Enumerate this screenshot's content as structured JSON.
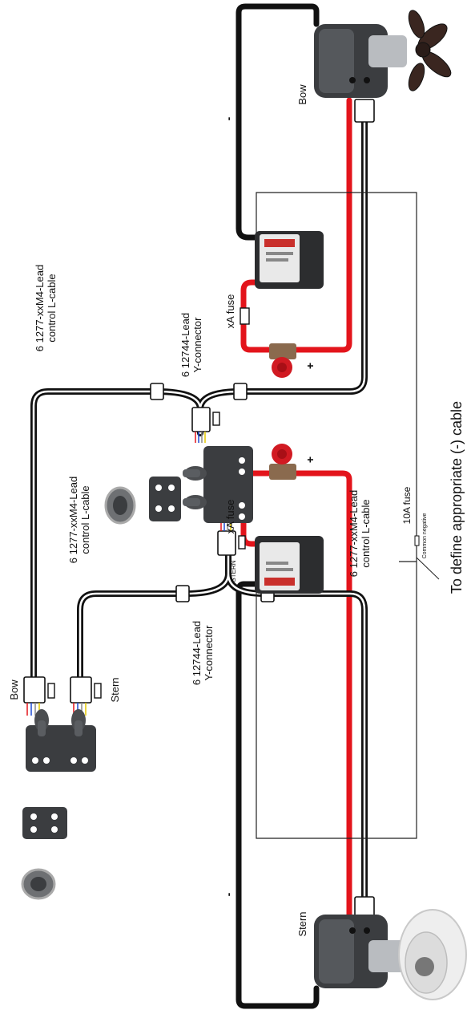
{
  "labels": {
    "bow_thruster": "Bow",
    "stern_thruster": "Stern",
    "bow_connector": "Bow",
    "stern_connector": "Stern",
    "minus_top": "-",
    "minus_bottom": "-",
    "plus_top": "+",
    "plus_bottom": "+",
    "fuse_top": "xA fuse",
    "fuse_bottom": "xA fuse",
    "ycon_top_line1": "6 12744-Lead",
    "ycon_top_line2": "Y-connector",
    "ycon_bottom_line1": "6 12744-Lead",
    "ycon_bottom_line2": "Y-connector",
    "lcable_left_top_line1": "6 1277-xxM4-Lead",
    "lcable_left_top_line2": "control L-cable",
    "lcable_left_mid_line1": "6 1277-xxM4-Lead",
    "lcable_left_mid_line2": "control L-cable",
    "lcable_right_line1": "6 1277-xxM4-Lead",
    "lcable_right_line2": "control L-cable",
    "fuse_10a": "10A fuse",
    "common_negative": "Common negative",
    "stern_small": "STERN",
    "footer_note": "To define appropriate (-) cable"
  },
  "colors": {
    "positive_cable": "#e3141b",
    "negative_cable": "#111111",
    "control_cable": "#111111",
    "device_dark": "#3b3d40",
    "background": "#ffffff"
  }
}
